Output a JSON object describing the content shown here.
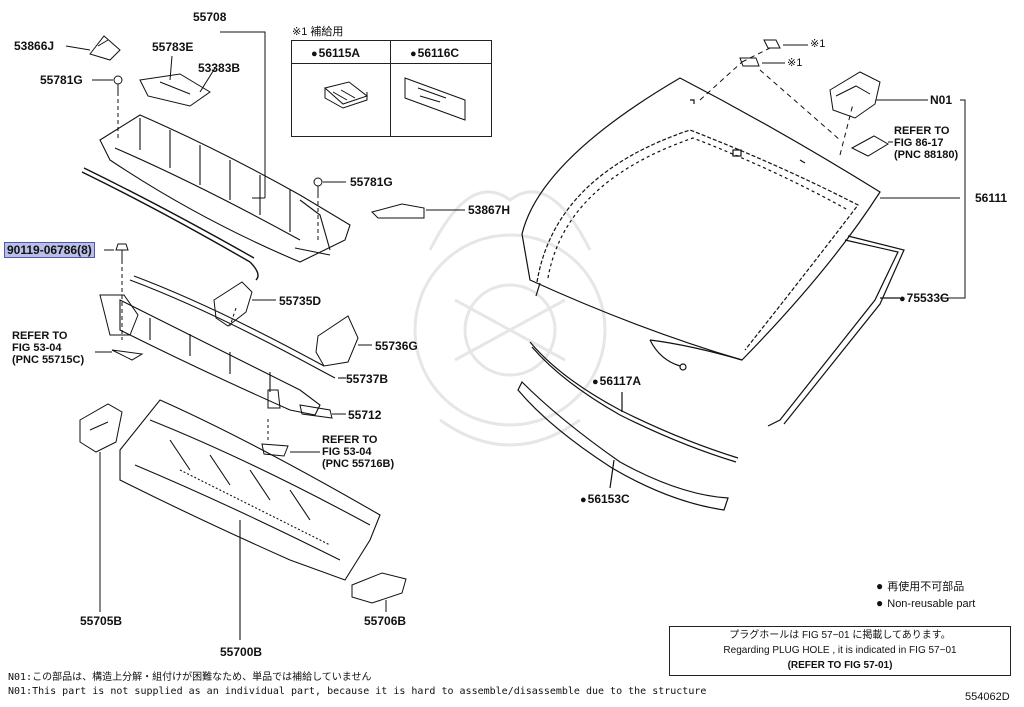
{
  "diagram_id": "554062D",
  "labels": {
    "p53866J": "53866J",
    "p55781G_top": "55781G",
    "p55708": "55708",
    "p55783E": "55783E",
    "p53383B": "53383B",
    "p55781G_mid": "55781G",
    "p53867H": "53867H",
    "p90119": "90119-06786(8)",
    "p55735D": "55735D",
    "p55736G": "55736G",
    "p55737B": "55737B",
    "p55712": "55712",
    "p55705B": "55705B",
    "p55700B": "55700B",
    "p55706B": "55706B",
    "pN01": "N01",
    "p56111": "56111",
    "p75533G": "75533G",
    "p56117A": "56117A",
    "p56153C": "56153C",
    "star1_top": "※1",
    "star1_mid": "※1"
  },
  "refs": {
    "ref1": [
      "REFER TO",
      "FIG 53-04",
      "(PNC 55715C)"
    ],
    "ref2": [
      "REFER TO",
      "FIG 53-04",
      "(PNC 55716B)"
    ],
    "ref3": [
      "REFER TO",
      "FIG 86-17",
      "(PNC 88180)"
    ]
  },
  "supply_table": {
    "title": "※1 補給用",
    "col1": "56115A",
    "col2": "56116C"
  },
  "legend": {
    "jp": "再使用不可部品",
    "en": "Non-reusable part"
  },
  "plug_note": {
    "jp": "プラグホールは FIG 57−01 に掲載してあります。",
    "en": "Regarding PLUG HOLE , it is indicated in FIG 57−01",
    "ref": "(REFER TO FIG 57-01)"
  },
  "footnotes": {
    "jp": "N01:この部品は、構造上分解・組付けが困難なため、単品では補給していません",
    "en": "N01:This part is not supplied as an individual part, because it is hard to assemble/disassemble due to the structure"
  }
}
